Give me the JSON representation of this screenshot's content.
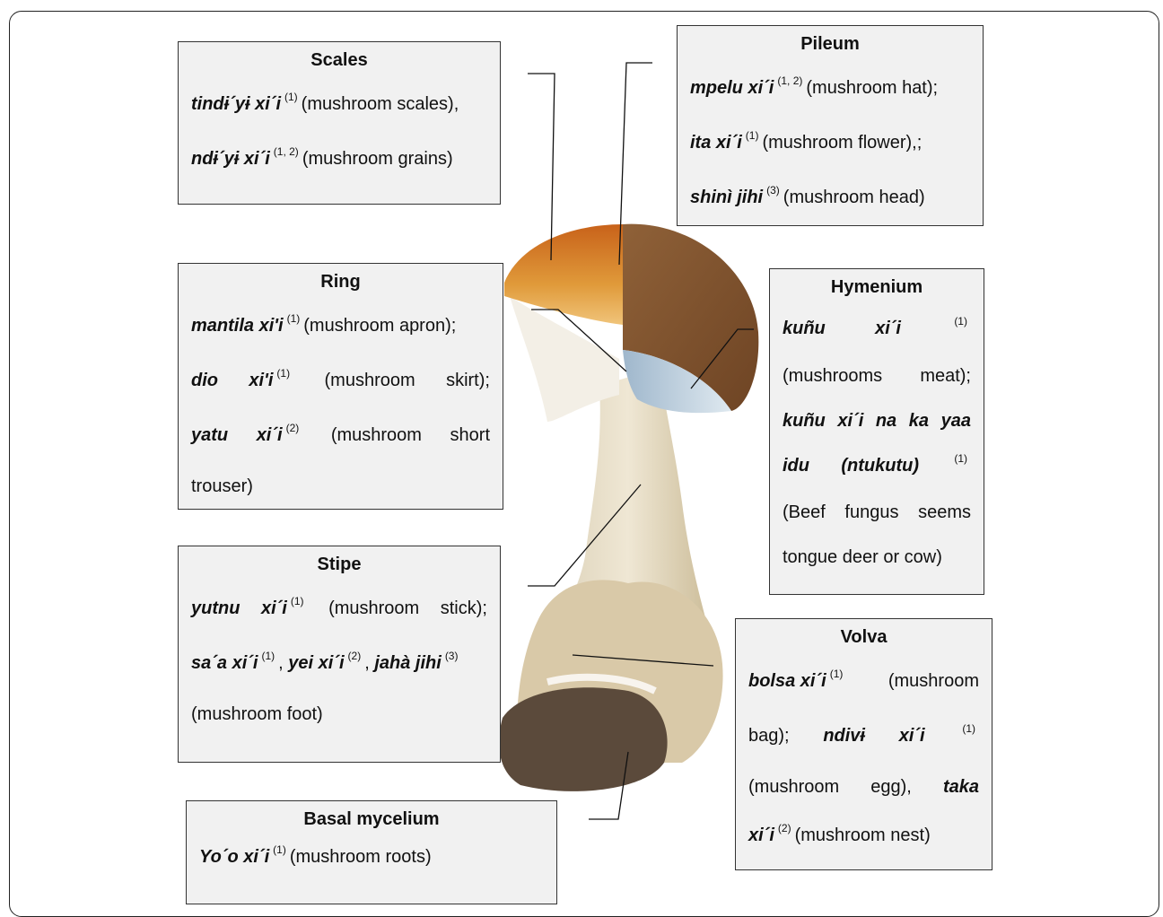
{
  "scales": {
    "title": "Scales",
    "t1": "tindɨ´yɨ xi´i",
    "s1": "(1)",
    "g1": "(mushroom scales),",
    "t2": "ndɨ´yɨ xi´i",
    "s2": "(1, 2)",
    "g2": "(mushroom grains)"
  },
  "pileum": {
    "title": "Pileum",
    "t1": "mpelu xi´i",
    "s1": "(1, 2)",
    "g1": "(mushroom hat);",
    "t2": "ita xi´i",
    "s2": "(1)",
    "g2": "(mushroom flower),;",
    "t3": "shinì jihi",
    "s3": "(3)",
    "g3": "(mushroom head)"
  },
  "ring": {
    "title": "Ring",
    "t1": "mantila xi'i",
    "s1": "(1)",
    "g1": "(mushroom apron);",
    "t2a": "dio",
    "t2b": "xi'i",
    "s2": "(1)",
    "g2a": "(mushroom",
    "g2b": "skirt);",
    "t3a": "yatu",
    "t3b": "xi´i",
    "s3": "(2)",
    "g3a": "(mushroom",
    "g3b": "short",
    "g3c": "trouser)"
  },
  "hymenium": {
    "title": "Hymenium",
    "t1a": "kuñu",
    "t1b": "xi´i",
    "s1": "(1)",
    "g1a": "(mushrooms",
    "g1b": "meat);",
    "t2a": "kuñu",
    "t2b": "xi´i",
    "t2c": "na",
    "t2d": "ka",
    "t2e": "yaa",
    "t3a": "idu",
    "t3b": "(ntukutu)",
    "s3": "(1)",
    "g3a": "(Beef",
    "g3b": "fungus",
    "g3c": "seems",
    "g3d": "tongue deer or cow)"
  },
  "stipe": {
    "title": "Stipe",
    "t1a": "yutnu",
    "t1b": "xi´i",
    "s1": "(1)",
    "g1a": "(mushroom",
    "g1b": "stick);",
    "t2a": "sa´a xi´i",
    "s2a": "(1)",
    "c1": ",",
    "t2b": "yei xi´i",
    "s2b": "(2)",
    "c2": ",",
    "t2c": "jahà jihi",
    "s2c": "(3)",
    "g2": "(mushroom foot)"
  },
  "volva": {
    "title": "Volva",
    "t1": "bolsa  xi´i",
    "s1": "(1)",
    "g1": "(mushroom",
    "g2": "bag);",
    "t2a": "ndivɨ",
    "t2b": "xi´i",
    "s2": "(1)",
    "g3": "(mushroom",
    "g3b": "egg),",
    "t3": "taka",
    "t4": "xi´i",
    "s4": "(2)",
    "g4": "(mushroom nest)"
  },
  "basal": {
    "title": "Basal mycelium",
    "t1": "Yo´o xi´i",
    "s1": "(1)",
    "g1": "(mushroom roots)"
  },
  "colors": {
    "box_bg": "#f1f1f1",
    "cap_orange": "#d9862a",
    "cap_brown": "#8a5a34",
    "stem": "#e6dcc6",
    "soil": "#5a4a3c"
  }
}
